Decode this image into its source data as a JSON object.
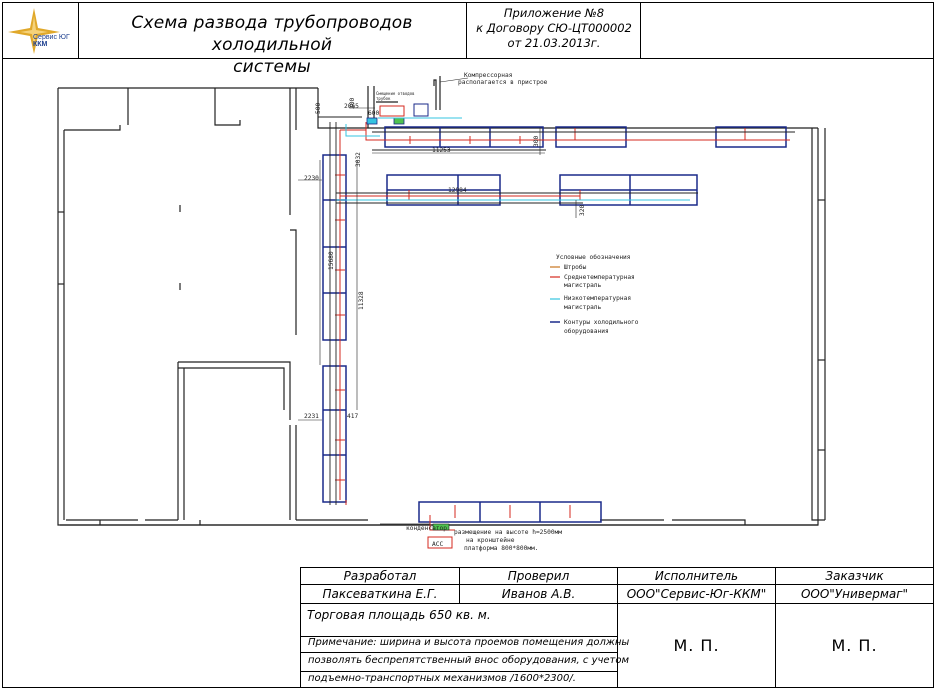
{
  "header": {
    "logo_line1": "Сервис ЮГ",
    "logo_line2": "ККМ",
    "title_line1": "Схема развода трубопроводов холодильной",
    "title_line2": "системы",
    "appendix_line1": "Приложение №8",
    "appendix_line2": "к Договору СЮ-ЦТ000002",
    "appendix_line3": "от 21.03.2013г."
  },
  "plan": {
    "compressor_line1": "Компрессорная",
    "compressor_line2": "располагается в пристрое",
    "small_note_line1": "Смещение отводов",
    "small_note_line2": "трубок",
    "dim_500": "500",
    "dim_2065": "2065",
    "dim_600": "600",
    "dim_300a": "300",
    "dim_300b": "300",
    "dim_11253": "11253",
    "dim_12984": "12984",
    "dim_2230": "2230",
    "dim_3032": "3032",
    "dim_320": "320",
    "dim_15680": "15680",
    "dim_11328": "11328",
    "dim_2231": "2231",
    "dim_417": "417",
    "bottom_label_kond": "конденсатор",
    "bottom_label_acc": "АСС",
    "bottom_note_line1": "размещение на высоте h=2500мм",
    "bottom_note_line2": "на кронштейне",
    "bottom_note_line3": "платформа 800*800мм."
  },
  "legend": {
    "title": "Условные обозначения",
    "items": [
      {
        "label_line1": "Штробы",
        "label_line2": "",
        "color": "#c8761e"
      },
      {
        "label_line1": "Среднетемпературная",
        "label_line2": "магистраль",
        "color": "#d42a1f"
      },
      {
        "label_line1": "Низкотемпературная",
        "label_line2": "магистраль",
        "color": "#35c4e0"
      },
      {
        "label_line1": "Контуры холодильного",
        "label_line2": "оборудования",
        "color": "#1a2a8a"
      }
    ]
  },
  "stamp": {
    "developed_label": "Разработал",
    "checked_label": "Проверил",
    "executor_label": "Исполнитель",
    "customer_label": "Заказчик",
    "developed_name": "Паксеваткина Е.Г.",
    "checked_name": "Иванов А.В.",
    "executor_name": "ООО\"Сервис-Юг-ККМ\"",
    "customer_name": "ООО\"Универмаг\"",
    "area_text": "Торговая площадь  650 кв. м.",
    "note_line1": "Примечание: ширина и высота проемов помещения должны",
    "note_line2": "позволять беспрепятственный внос оборудования, с учетом",
    "note_line3": "подъемно-транспортных механизмов /1600*2300/.",
    "mp_executor": "М. П.",
    "mp_customer": "М. П."
  },
  "colors": {
    "medium_temp": "#d42a1f",
    "low_temp": "#35c4e0",
    "equipment": "#1a2a8a",
    "stroba": "#c8761e",
    "logo_blue": "#1d3f8f",
    "logo_gold": "#e0a82a"
  }
}
